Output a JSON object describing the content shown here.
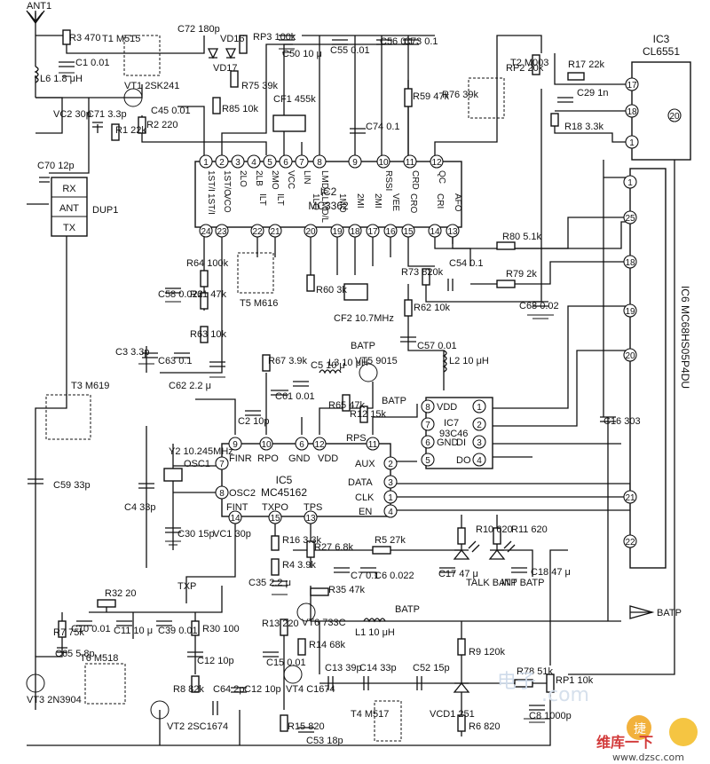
{
  "chips": {
    "ic2": {
      "name": "IC2",
      "part": "MC3362"
    },
    "ic3": {
      "name": "IC3",
      "part": "CL6551"
    },
    "ic5": {
      "name": "IC5",
      "part": "MC45162"
    },
    "ic6": {
      "name": "IC6",
      "part": "MC68HS05P4DU"
    },
    "ic7": {
      "name": "IC7",
      "part": "93C46"
    },
    "dup1": {
      "name": "DUP1",
      "ports": [
        "RX",
        "ANT",
        "TX"
      ]
    }
  },
  "ic2_pins_top": [
    {
      "num": "1",
      "name": "1ST/I"
    },
    {
      "num": "2",
      "name": "1ST/O"
    },
    {
      "num": "3",
      "name": "2LO"
    },
    {
      "num": "4",
      "name": "2LB"
    },
    {
      "num": "5",
      "name": "2MO"
    },
    {
      "num": "6",
      "name": "VCC"
    },
    {
      "num": "7",
      "name": "LIN"
    },
    {
      "num": "8",
      "name": "LMD/LLMD/L"
    },
    {
      "num": "9",
      "name": ""
    },
    {
      "num": "10",
      "name": "RSSI"
    },
    {
      "num": "11",
      "name": "CRD"
    },
    {
      "num": "12",
      "name": "QC"
    }
  ],
  "ic2_pins_bottom": [
    {
      "num": "24",
      "name": "1ST/I"
    },
    {
      "num": "23",
      "name": "VCO"
    },
    {
      "num": "22",
      "name": "ILT"
    },
    {
      "num": "21",
      "name": "ILT"
    },
    {
      "num": "20",
      "name": "1LO"
    },
    {
      "num": "19",
      "name": "1MO"
    },
    {
      "num": "18",
      "name": "2MI"
    },
    {
      "num": "17",
      "name": "2MI"
    },
    {
      "num": "16",
      "name": "VEE"
    },
    {
      "num": "15",
      "name": "CRO"
    },
    {
      "num": "14",
      "name": "CRI"
    },
    {
      "num": "13",
      "name": "AFO"
    }
  ],
  "ic5_pins": {
    "p9": {
      "num": "9",
      "name": "FINR"
    },
    "p10": {
      "num": "10",
      "name": "RPO"
    },
    "p6": {
      "num": "6",
      "name": "GND"
    },
    "p12": {
      "num": "12",
      "name": "VDD"
    },
    "p11": {
      "num": "11",
      "name": "RPS"
    },
    "p2": {
      "num": "2",
      "name": "AUX"
    },
    "p3": {
      "num": "3",
      "name": "DATA"
    },
    "p1": {
      "num": "1",
      "name": "CLK"
    },
    "p4": {
      "num": "4",
      "name": "EN"
    },
    "p7": {
      "num": "7",
      "name": "OSC1"
    },
    "p8": {
      "num": "8",
      "name": "OSC2"
    },
    "p14": {
      "num": "14",
      "name": "FINT"
    },
    "p15": {
      "num": "15",
      "name": "TXPO"
    },
    "p13": {
      "num": "13",
      "name": "TPS"
    }
  },
  "ic7_pins": [
    {
      "num": "8",
      "name": "VDD"
    },
    {
      "num": "7",
      "name": ""
    },
    {
      "num": "6",
      "name": "GND"
    },
    {
      "num": "5",
      "name": ""
    },
    {
      "num": "1",
      "name": ""
    },
    {
      "num": "2",
      "name": ""
    },
    {
      "num": "3",
      "name": "DI"
    },
    {
      "num": "4",
      "name": "DO"
    }
  ],
  "ic3_pins": [
    "17",
    "18",
    "1",
    "20"
  ],
  "ic6_pins": [
    "1",
    "25",
    "18",
    "19",
    "20",
    "21",
    "22"
  ],
  "parts": [
    {
      "id": "ANT1",
      "text": "ANT1"
    },
    {
      "id": "R3",
      "text": "R3 470"
    },
    {
      "id": "T1",
      "text": "T1 M515"
    },
    {
      "id": "C72",
      "text": "C72 180p"
    },
    {
      "id": "RP3",
      "text": "RP3 100k"
    },
    {
      "id": "C50",
      "text": "C50 10 μ"
    },
    {
      "id": "C55",
      "text": "C55 0.01"
    },
    {
      "id": "C56",
      "text": "C56 0.1"
    },
    {
      "id": "C73",
      "text": "C73 0.1"
    },
    {
      "id": "T2",
      "text": "T2 M003"
    },
    {
      "id": "RP2",
      "text": "RP2 20k"
    },
    {
      "id": "R17",
      "text": "R17 22k"
    },
    {
      "id": "C29",
      "text": "C29 1n"
    },
    {
      "id": "R18",
      "text": "R18 3.3k"
    },
    {
      "id": "C1",
      "text": "C1 0.01"
    },
    {
      "id": "L6",
      "text": "L6 1.8 μH"
    },
    {
      "id": "VT1",
      "text": "VT1 2SK241"
    },
    {
      "id": "VD16",
      "text": "VD16"
    },
    {
      "id": "VD17",
      "text": "VD17"
    },
    {
      "id": "R75",
      "text": "R75 39k"
    },
    {
      "id": "R85",
      "text": "R85 10k"
    },
    {
      "id": "CF1",
      "text": "CF1 455k"
    },
    {
      "id": "C74",
      "text": "C74 0.1"
    },
    {
      "id": "R59",
      "text": "R59 47k"
    },
    {
      "id": "R76",
      "text": "R76 39k"
    },
    {
      "id": "VC2",
      "text": "VC2 30p"
    },
    {
      "id": "C71",
      "text": "C71 3.3p"
    },
    {
      "id": "R1",
      "text": "R1 22k"
    },
    {
      "id": "C45",
      "text": "C45 0.01"
    },
    {
      "id": "R2",
      "text": "R2 220"
    },
    {
      "id": "C70",
      "text": "C70 12p"
    },
    {
      "id": "R80",
      "text": "R80 5.1k"
    },
    {
      "id": "R79",
      "text": "R79 2k"
    },
    {
      "id": "C54",
      "text": "C54 0.1"
    },
    {
      "id": "C68",
      "text": "C68 0.02"
    },
    {
      "id": "R64",
      "text": "R64 100k"
    },
    {
      "id": "C58",
      "text": "C58 0.022"
    },
    {
      "id": "R61",
      "text": "R61 47k"
    },
    {
      "id": "T5",
      "text": "T5 M616"
    },
    {
      "id": "R60",
      "text": "R60 3k"
    },
    {
      "id": "CF2",
      "text": "CF2 10.7MHz"
    },
    {
      "id": "R73",
      "text": "R73 820k"
    },
    {
      "id": "R62",
      "text": "R62 10k"
    },
    {
      "id": "C57",
      "text": "C57 0.01"
    },
    {
      "id": "L2",
      "text": "L2 10 μH"
    },
    {
      "id": "C3",
      "text": "C3 3.3p"
    },
    {
      "id": "R63",
      "text": "R63 10k"
    },
    {
      "id": "C63",
      "text": "C63 0.1"
    },
    {
      "id": "C62",
      "text": "C62 2.2 μ"
    },
    {
      "id": "R67",
      "text": "R67 3.9k"
    },
    {
      "id": "C5",
      "text": "C5 10 μ"
    },
    {
      "id": "L3",
      "text": "L3 10 μH"
    },
    {
      "id": "VT5",
      "text": "VT5 9015"
    },
    {
      "id": "BATP1",
      "text": "BATP"
    },
    {
      "id": "C61",
      "text": "C61 0.01"
    },
    {
      "id": "R65",
      "text": "R65 47k"
    },
    {
      "id": "R12",
      "text": "R12 15k"
    },
    {
      "id": "BATP2",
      "text": "BATP"
    },
    {
      "id": "T3",
      "text": "T3 M619"
    },
    {
      "id": "C2",
      "text": "C2 10p"
    },
    {
      "id": "Y2",
      "text": "Y2 10.245MHz"
    },
    {
      "id": "C16",
      "text": "C16 303"
    },
    {
      "id": "C59",
      "text": "C59 33p"
    },
    {
      "id": "C4",
      "text": "C4 33p"
    },
    {
      "id": "C30",
      "text": "C30 15p"
    },
    {
      "id": "VC1",
      "text": "VC1 30p"
    },
    {
      "id": "R16",
      "text": "R16 3.3k"
    },
    {
      "id": "R27",
      "text": "R27 6.8k"
    },
    {
      "id": "R5",
      "text": "R5 27k"
    },
    {
      "id": "R10",
      "text": "R10 620"
    },
    {
      "id": "R11",
      "text": "R11 620"
    },
    {
      "id": "R4",
      "text": "R4 3.9k"
    },
    {
      "id": "C35",
      "text": "C35 2.2 μ"
    },
    {
      "id": "C7",
      "text": "C7 0.1"
    },
    {
      "id": "C6",
      "text": "C6 0.022"
    },
    {
      "id": "C17",
      "text": "C17 47 μ"
    },
    {
      "id": "C18",
      "text": "C18 47 μ"
    },
    {
      "id": "TALK",
      "text": "TALK BATP"
    },
    {
      "id": "INT",
      "text": "INT BATP"
    },
    {
      "id": "R32",
      "text": "R32 20"
    },
    {
      "id": "TXP",
      "text": "TXP"
    },
    {
      "id": "R35",
      "text": "R35 47k"
    },
    {
      "id": "R7",
      "text": "R7 75k"
    },
    {
      "id": "C10",
      "text": "C10 0.01"
    },
    {
      "id": "C11",
      "text": "C11 10 μ"
    },
    {
      "id": "C39",
      "text": "C39 0.01"
    },
    {
      "id": "R30",
      "text": "R30 100"
    },
    {
      "id": "VT6",
      "text": "VT6 733C"
    },
    {
      "id": "R13",
      "text": "R13 220"
    },
    {
      "id": "L1",
      "text": "L1 10 μH"
    },
    {
      "id": "BATP3",
      "text": "BATP"
    },
    {
      "id": "BATP4",
      "text": "BATP"
    },
    {
      "id": "C65",
      "text": "C65 5.8p"
    },
    {
      "id": "T6",
      "text": "T6 M518"
    },
    {
      "id": "R14",
      "text": "R14 68k"
    },
    {
      "id": "C15",
      "text": "C15 0.01"
    },
    {
      "id": "R9",
      "text": "R9 120k"
    },
    {
      "id": "C12a",
      "text": "C12 10p"
    },
    {
      "id": "VT4",
      "text": "VT4 C1674"
    },
    {
      "id": "C13",
      "text": "C13 39p"
    },
    {
      "id": "C14",
      "text": "C14 33p"
    },
    {
      "id": "C52",
      "text": "C52 15p"
    },
    {
      "id": "R78",
      "text": "R78 51k"
    },
    {
      "id": "RP1",
      "text": "RP1 10k"
    },
    {
      "id": "VT3",
      "text": "VT3 2N3904"
    },
    {
      "id": "R8",
      "text": "R8 82k"
    },
    {
      "id": "C64",
      "text": "C64 2p"
    },
    {
      "id": "C12b",
      "text": "C12 10p"
    },
    {
      "id": "R15",
      "text": "R15 820"
    },
    {
      "id": "C53",
      "text": "C53 18p"
    },
    {
      "id": "T4",
      "text": "T4 M517"
    },
    {
      "id": "VCD1",
      "text": "VCD1 251"
    },
    {
      "id": "R6",
      "text": "R6 820"
    },
    {
      "id": "C8",
      "text": "C8 1000p"
    },
    {
      "id": "VT2",
      "text": "VT2 2SC1674"
    }
  ],
  "watermark": {
    "text1": "维库一下",
    "text2": "www.dzsc.com",
    "brand": "电子",
    "logo_text": "捷"
  }
}
